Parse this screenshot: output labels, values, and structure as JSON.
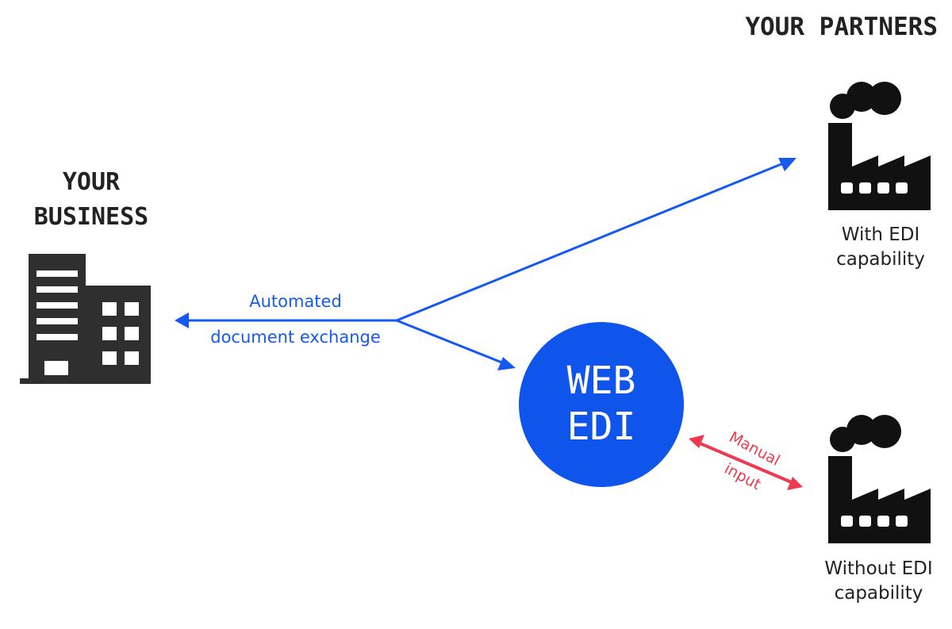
{
  "headings": {
    "partners": "YOUR PARTNERS",
    "business": [
      "YOUR",
      "BUSINESS"
    ]
  },
  "center_node": {
    "lines": [
      "WEB",
      "EDI"
    ]
  },
  "partners": [
    {
      "caption": [
        "With EDI",
        "capability"
      ]
    },
    {
      "caption": [
        "Without EDI",
        "capability"
      ]
    }
  ],
  "connections": {
    "automated": {
      "lines": [
        "Automated",
        "document exchange"
      ]
    },
    "manual": {
      "lines": [
        "Manual",
        "input"
      ]
    }
  },
  "icons": {
    "business": "office-building-icon",
    "partner": "factory-icon"
  },
  "colors": {
    "automated": "#1659ee",
    "manual": "#ee3a4f",
    "web_edi": "#0f55ec",
    "icons": "#2f2f2f"
  }
}
